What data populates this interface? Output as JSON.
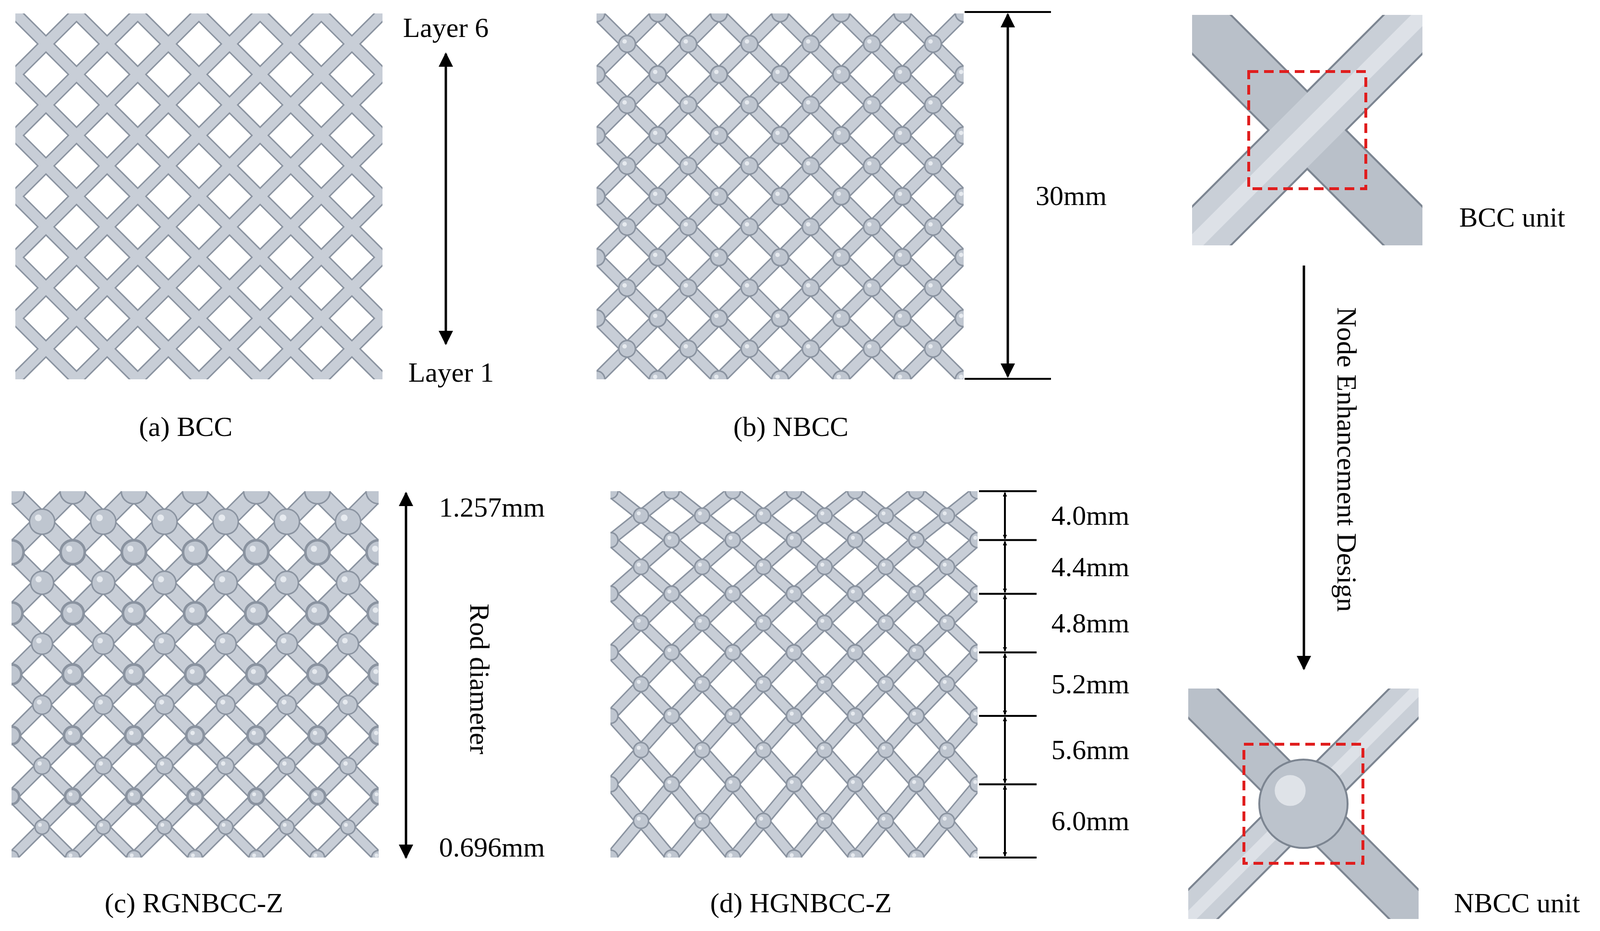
{
  "diagram": {
    "labels": [
      "Layer 6",
      "Layer 1",
      "(a) BCC",
      "(b) NBCC",
      "30mm",
      "BCC unit",
      "Node Enhancement Design",
      "NBCC unit",
      "1.257mm",
      "Rod diameter",
      "0.696mm",
      "(c) RGNBCC-Z",
      "4.0mm",
      "4.4mm",
      "4.8mm",
      "5.2mm",
      "5.6mm",
      "6.0mm",
      "(d) HGNBCC-Z"
    ]
  }
}
